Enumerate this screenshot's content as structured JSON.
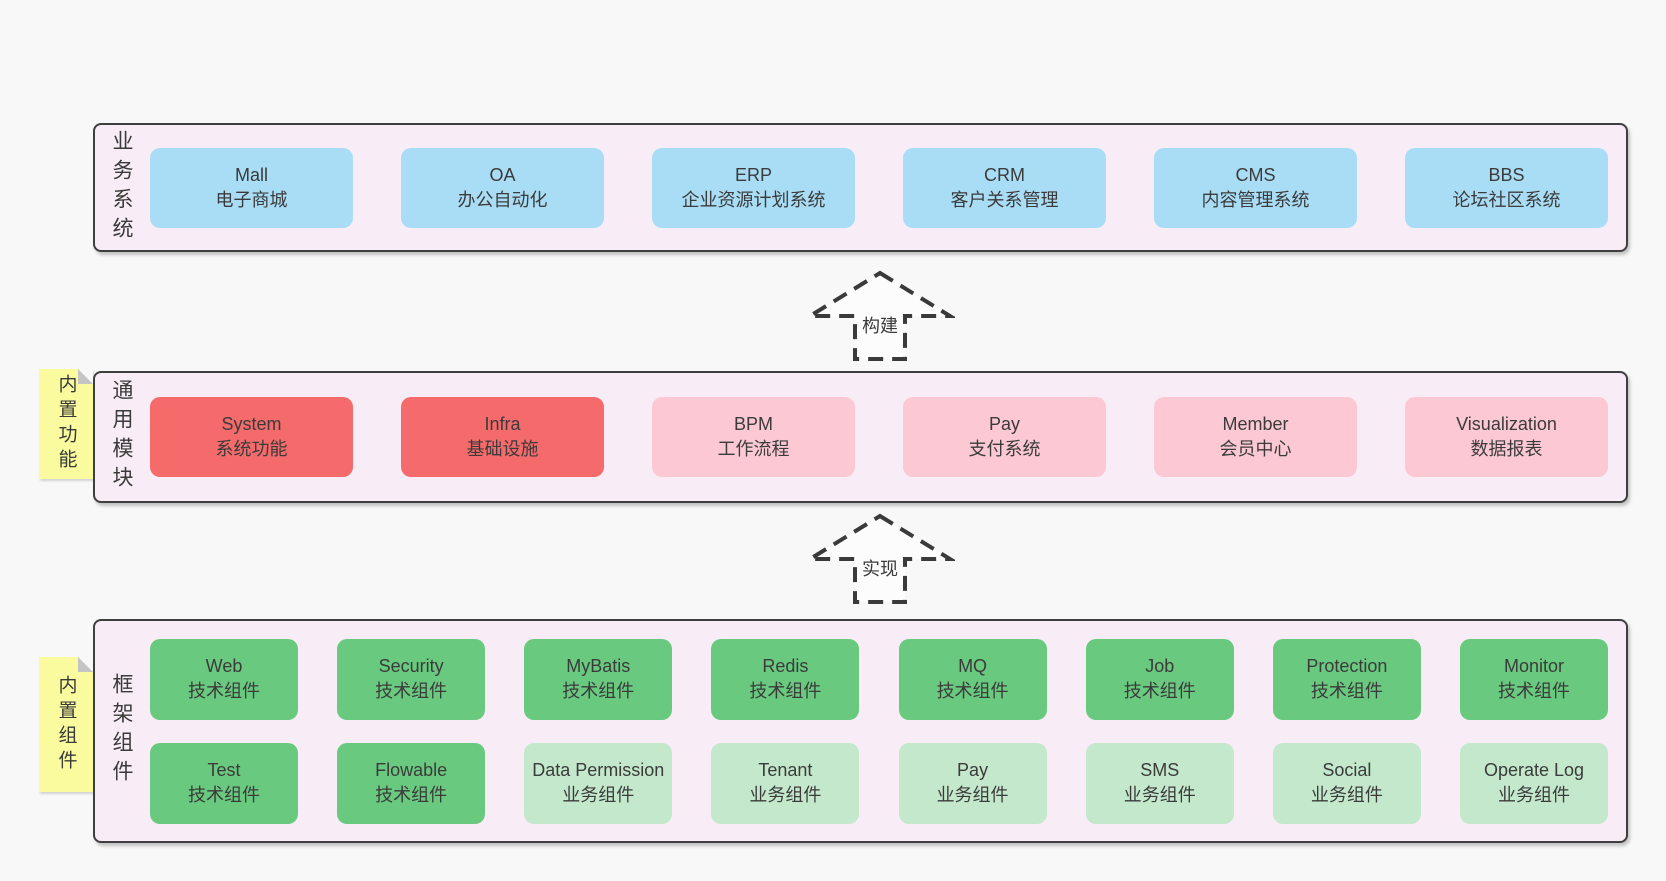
{
  "colors": {
    "canvas_bg": "#f8f8f8",
    "panel_bg": "#f8edf6",
    "panel_border": "#3f3f3f",
    "blue_box": "#a9ddf5",
    "red_box": "#f56a6a",
    "pink_box": "#fbc8d3",
    "green_box": "#69c97f",
    "light_green_box": "#c4e8cb",
    "sticky_yellow": "#fafa9e",
    "text": "#3b3b3b"
  },
  "arrows": {
    "build": "构建",
    "implement": "实现"
  },
  "panels": {
    "business": {
      "label": "业务系统",
      "boxes": [
        {
          "en": "Mall",
          "zh": "电子商城"
        },
        {
          "en": "OA",
          "zh": "办公自动化"
        },
        {
          "en": "ERP",
          "zh": "企业资源计划系统"
        },
        {
          "en": "CRM",
          "zh": "客户关系管理"
        },
        {
          "en": "CMS",
          "zh": "内容管理系统"
        },
        {
          "en": "BBS",
          "zh": "论坛社区系统"
        }
      ]
    },
    "modules": {
      "label": "通用模块",
      "note": "内置功能",
      "boxes": [
        {
          "en": "System",
          "zh": "系统功能"
        },
        {
          "en": "Infra",
          "zh": "基础设施"
        },
        {
          "en": "BPM",
          "zh": "工作流程"
        },
        {
          "en": "Pay",
          "zh": "支付系统"
        },
        {
          "en": "Member",
          "zh": "会员中心"
        },
        {
          "en": "Visualization",
          "zh": "数据报表"
        }
      ]
    },
    "components": {
      "label": "框架组件",
      "note": "内置组件",
      "rows": [
        [
          {
            "en": "Web",
            "zh": "技术组件"
          },
          {
            "en": "Security",
            "zh": "技术组件"
          },
          {
            "en": "MyBatis",
            "zh": "技术组件"
          },
          {
            "en": "Redis",
            "zh": "技术组件"
          },
          {
            "en": "MQ",
            "zh": "技术组件"
          },
          {
            "en": "Job",
            "zh": "技术组件"
          },
          {
            "en": "Protection",
            "zh": "技术组件"
          },
          {
            "en": "Monitor",
            "zh": "技术组件"
          }
        ],
        [
          {
            "en": "Test",
            "zh": "技术组件"
          },
          {
            "en": "Flowable",
            "zh": "技术组件"
          },
          {
            "en": "Data Permission",
            "zh": "业务组件"
          },
          {
            "en": "Tenant",
            "zh": "业务组件"
          },
          {
            "en": "Pay",
            "zh": "业务组件"
          },
          {
            "en": "SMS",
            "zh": "业务组件"
          },
          {
            "en": "Social",
            "zh": "业务组件"
          },
          {
            "en": "Operate Log",
            "zh": "业务组件"
          }
        ]
      ]
    }
  }
}
